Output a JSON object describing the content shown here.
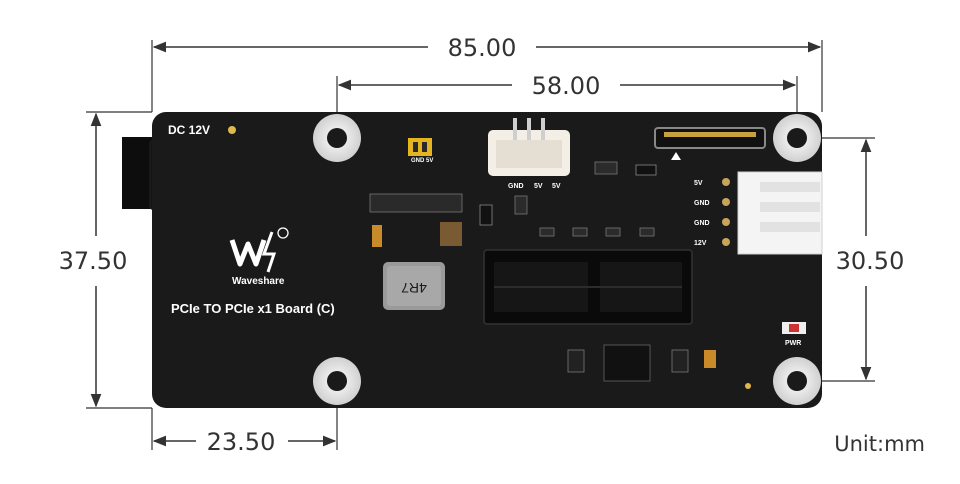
{
  "dimensions": {
    "overall_width": "85.00",
    "hole_spacing_horizontal": "58.00",
    "overall_height": "37.50",
    "hole_spacing_vertical": "30.50",
    "hole_offset_left": "23.50"
  },
  "unit_label": "Unit:mm",
  "board": {
    "color": "#1a1a1a",
    "dc_label": "DC 12V",
    "brand_name": "Waveshare",
    "product_name": "PCIe TO PCIe x1 Board (C)",
    "inductor_marking": "4R7",
    "pwr_label": "PWR",
    "jumper_labels": [
      "GND",
      "5V"
    ],
    "connector_labels": [
      "GND",
      "5V",
      "5V"
    ],
    "fan_pin_labels": [
      "5V",
      "GND",
      "GND",
      "12V"
    ]
  }
}
